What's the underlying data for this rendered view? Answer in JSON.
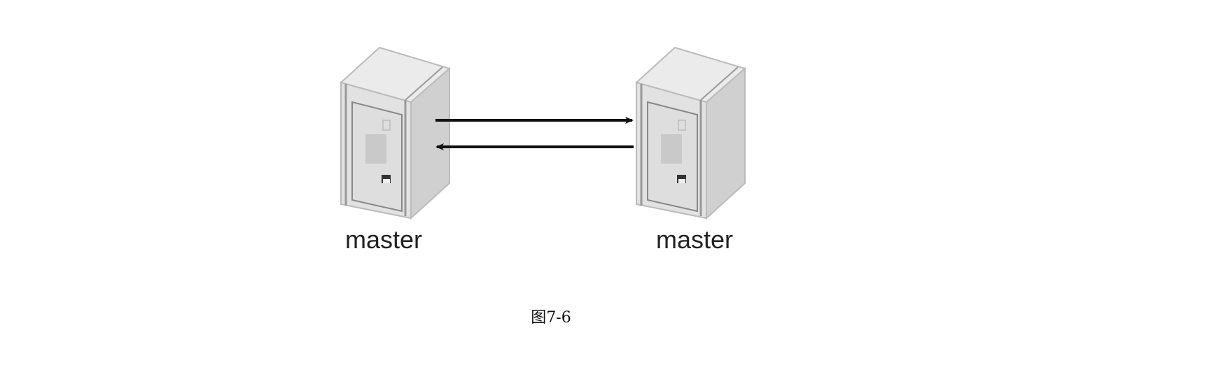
{
  "nodes": [
    {
      "label": "master",
      "icon": "server-icon"
    },
    {
      "label": "master",
      "icon": "server-icon"
    }
  ],
  "edges": [
    {
      "from": 0,
      "to": 1
    },
    {
      "from": 1,
      "to": 0
    }
  ],
  "caption": "图7-6"
}
